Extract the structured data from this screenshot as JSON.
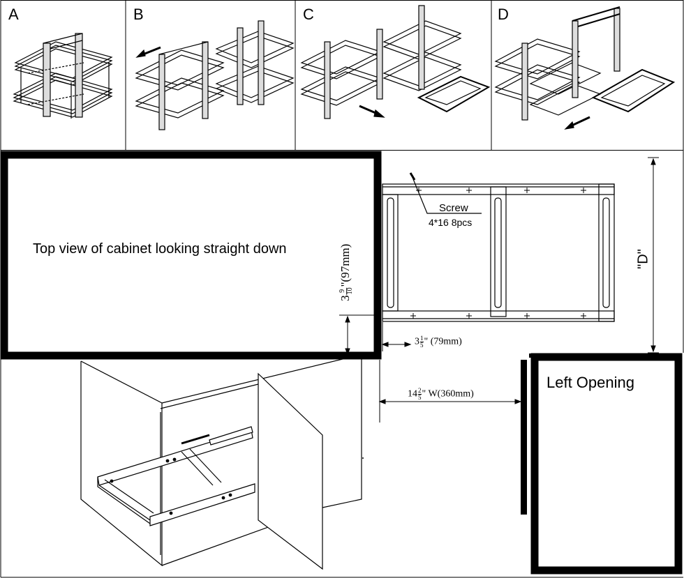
{
  "panels": [
    {
      "label": "A"
    },
    {
      "label": "B"
    },
    {
      "label": "C"
    },
    {
      "label": "D"
    }
  ],
  "top_view": {
    "caption": "Top view of cabinet looking straight down"
  },
  "screw_note": {
    "title": "Screw",
    "spec": "4*16  8pcs"
  },
  "dimensions": {
    "depth_label": "\"D\"",
    "vertical_offset": {
      "whole": "3",
      "num": "9",
      "den": "10",
      "suffix": "\"(97mm)"
    },
    "horizontal_offset": {
      "whole": "3",
      "num": "1",
      "den": "5",
      "suffix": "\" (79mm)"
    },
    "width": {
      "whole": "14",
      "num": "2",
      "den": "5",
      "suffix": "\" W(360mm)"
    }
  },
  "opening": {
    "label": "Left Opening"
  }
}
